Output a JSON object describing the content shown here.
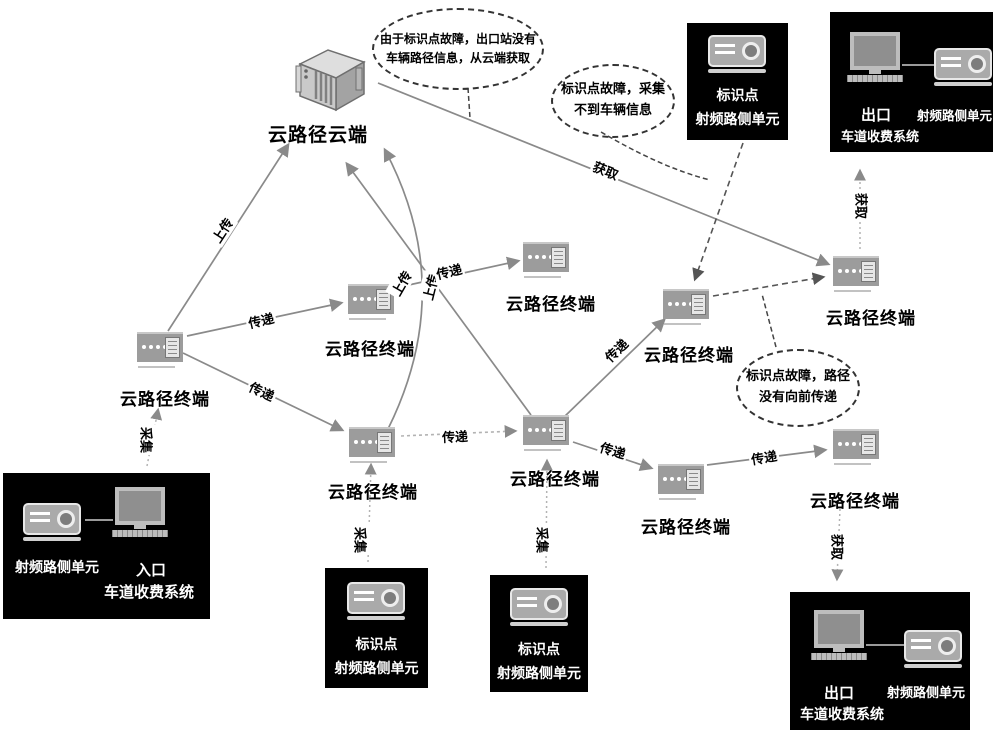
{
  "diagram_type": "highway cloud-path ETC network figure",
  "cloud": {
    "label": "云路径云端"
  },
  "terminal_label_shared": "云路径终端",
  "terminals": [
    {
      "id": "left",
      "label": "云路径终端"
    },
    {
      "id": "mid-left",
      "label": "云路径终端"
    },
    {
      "id": "mid-top",
      "label": "云路径终端"
    },
    {
      "id": "bottom-left",
      "label": "云路径终端"
    },
    {
      "id": "bottom-mid",
      "label": "云路径终端"
    },
    {
      "id": "right-mid",
      "label": "云路径终端"
    },
    {
      "id": "right",
      "label": "云路径终端"
    },
    {
      "id": "bottom-right-mid",
      "label": "云路径终端"
    },
    {
      "id": "bottom-right",
      "label": "云路径终端"
    }
  ],
  "stations": {
    "entrance": {
      "unit_label": "射频路侧单元",
      "system_line1": "入口",
      "system_line2": "车道收费系统"
    },
    "exit_top": {
      "system_line1": "出口",
      "system_line2": "车道收费系统",
      "unit_label": "射频路侧单元"
    },
    "exit_bottom": {
      "system_line1": "出口",
      "system_line2": "车道收费系统",
      "unit_label": "射频路侧单元"
    },
    "marker_top": {
      "line1": "标识点",
      "line2": "射频路侧单元"
    },
    "marker_left": {
      "line1": "标识点",
      "line2": "射频路侧单元"
    },
    "marker_mid": {
      "line1": "标识点",
      "line2": "射频路侧单元"
    }
  },
  "edge_labels": {
    "upload": "上传",
    "transfer": "传递",
    "collect": "采集",
    "fetch": "获取"
  },
  "annotations": {
    "a1": {
      "line1": "由于标识点故障，出口站没有",
      "line2": "车辆路径信息，从云端获取"
    },
    "a2": {
      "line1": "标识点故障，采集",
      "line2": "不到车辆信息"
    },
    "a3": {
      "line1": "标识点故障，路径",
      "line2": "没有向前传递"
    }
  },
  "icons": {
    "cloud": "server-rack-icon",
    "terminal": "roadside-terminal-icon",
    "reader": "rfid-reader-icon",
    "toll_system": "computer-monitor-icon"
  },
  "colors": {
    "line_gray": "#8a8a8a",
    "dashed_dark": "#555555",
    "light_dotted": "#b3b3b3",
    "station_bg": "#000000",
    "text": "#000000"
  }
}
